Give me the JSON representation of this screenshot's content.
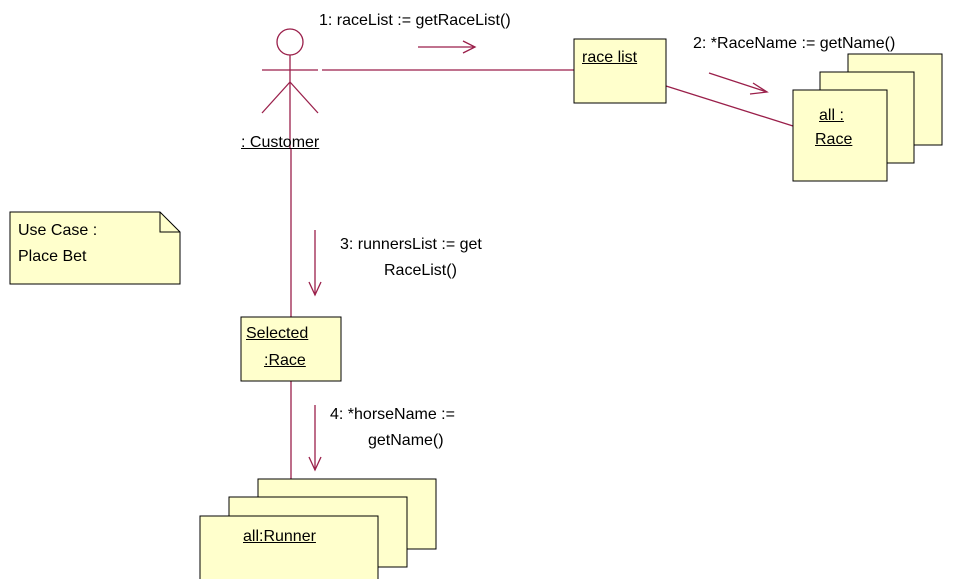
{
  "diagram": {
    "actor": {
      "label": ": Customer"
    },
    "objects": {
      "race_list": {
        "label": "race list"
      },
      "all_race": {
        "line1": "all :",
        "line2": "Race"
      },
      "selected_race": {
        "line1": "Selected",
        "line2": ":Race"
      },
      "all_runner": {
        "label": "all:Runner"
      }
    },
    "messages": {
      "m1": "1: raceList := getRaceList()",
      "m2": "2: *RaceName := getName()",
      "m3_line1": "3: runnersList := get",
      "m3_line2": "RaceList()",
      "m4_line1": "4: *horseName :=",
      "m4_line2": "getName()"
    },
    "note": {
      "line1": "Use Case :",
      "line2": "Place Bet"
    },
    "colors": {
      "box_fill": "#ffffcc",
      "link": "#9a1f4a",
      "outline": "#000000"
    }
  }
}
